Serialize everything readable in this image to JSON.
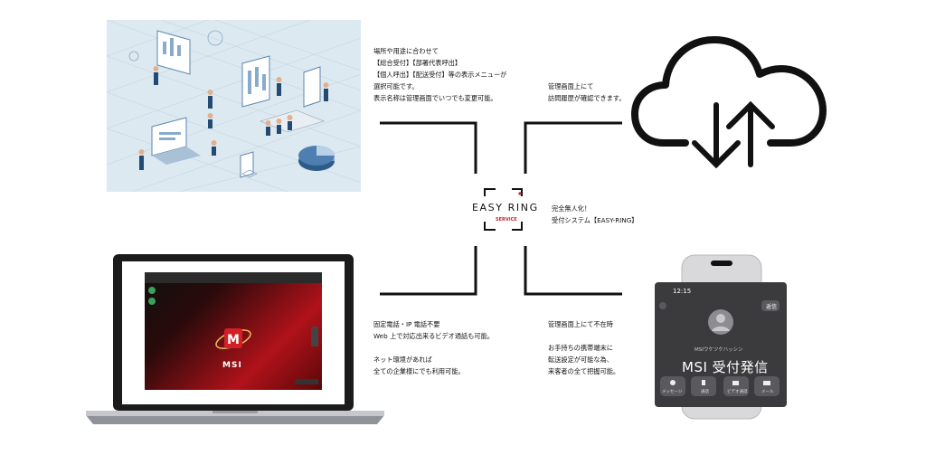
{
  "logo": {
    "main": "EASY RING",
    "sub": "SERVICE"
  },
  "captions": {
    "top_left": [
      "場所や用途に合わせて",
      "【総合受付】【部署代表呼出】",
      "【個人呼出】【配送受付】等の表示メニューが",
      "選択可能です。",
      "表示名称は管理画面でいつでも変更可能。"
    ],
    "top_right": [
      "管理画面上にて",
      "訪問履歴が確認できます。"
    ],
    "center": [
      "完全無人化！",
      "受付システム【EASY-RING】"
    ],
    "bottom_left_a": [
      "固定電話・IP 電話不要",
      "Web 上で対応出来るビデオ通話も可能。"
    ],
    "bottom_left_b": [
      "ネット環境があれば",
      "全ての企業様にでも利用可能。"
    ],
    "bottom_right_a": [
      "管理画面上にて不在時"
    ],
    "bottom_right_b": [
      "お手持ちの携帯端末に",
      "転送設定が可能な為、",
      "来客者の全て把握可能。"
    ]
  },
  "laptop": {
    "brand": "MSI"
  },
  "phone": {
    "time": "12:15",
    "badge": "返信",
    "caller_name": "MSIウケツケハッシン",
    "caller_title": "MSI 受付発信",
    "buttons": [
      "メッセージ",
      "通話",
      "ビデオ通話",
      "メール"
    ]
  },
  "colors": {
    "accent": "#c0272d",
    "line": "#111111",
    "illustration_bg": "#dde9f1",
    "laptop_red": "#b0121a"
  },
  "icons": [
    "cloud-upload-download-icon",
    "person-avatar-icon",
    "message-icon",
    "phone-icon",
    "video-icon",
    "mail-icon"
  ]
}
